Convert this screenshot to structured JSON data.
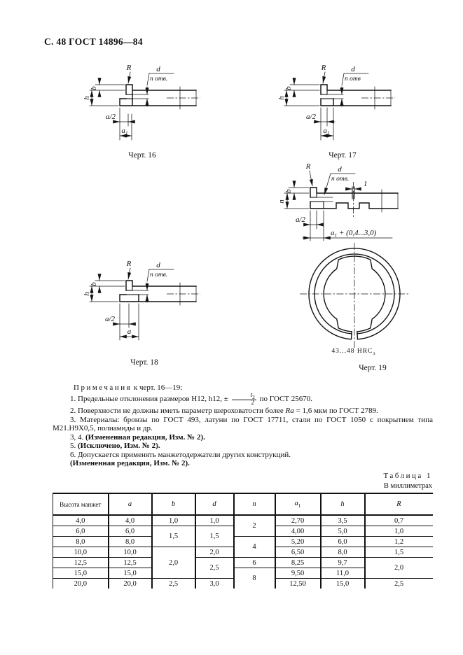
{
  "page": {
    "header": "С. 48 ГОСТ 14896—84"
  },
  "figures": {
    "fig16": {
      "caption": "Черт. 16",
      "R": "R",
      "d": "d",
      "n_holes": "n отв.",
      "b": "b",
      "h": "h",
      "a_half": "a/2",
      "a1_base": "a",
      "a1_sub": "1"
    },
    "fig17": {
      "caption": "Черт. 17",
      "R": "R",
      "d": "d",
      "n_holes": "n отв",
      "b": "b",
      "h": "h",
      "a_half": "a/2",
      "a1_base": "a",
      "a1_sub": "1"
    },
    "fig18": {
      "caption": "Черт. 18",
      "R": "R",
      "d": "d",
      "n_holes": "n отв.",
      "b": "b",
      "h": "h",
      "a_half": "a/2",
      "a": "a"
    },
    "fig19": {
      "caption": "Черт. 19",
      "R": "R",
      "d": "d",
      "n_holes": "n отв.",
      "b": "b",
      "h": "h",
      "a_half": "a/2",
      "slot": "1",
      "a1ext_base": "a",
      "a1ext_sub": "1",
      "a1ext_rest": " + (0,4...3,0)",
      "hardness_main": "43...48 HRC",
      "hardness_sub": "э"
    }
  },
  "notes": {
    "label": "Примечания",
    "label_rest": " к черт. 16—19:",
    "n1_pre": "1. Предельные отклонения размеров H12, h12, ± ",
    "n1_num_base": "t",
    "n1_num_sub": "2",
    "n1_den": "2",
    "n1_post": " по ГОСТ 25670.",
    "n2_pre": "2. Поверхности не должны иметь параметр шероховатости более ",
    "n2_it": "Ra",
    "n2_post": " = 1,6 мкм по ГОСТ 2789.",
    "n3": "3. Материалы: бронзы по ГОСТ 493, латуни по ГОСТ 17711, стали по ГОСТ 1050 с покрытием типа М21.Н9Х0,5, полиамиды и др.",
    "n34_pre": "3, 4. ",
    "n34_bold": "(Измененная редакция, Изм. № 2).",
    "n5_pre": "5. ",
    "n5_bold": "(Исключено, Изм. № 2).",
    "n6": "6. Допускается применять манжетодержатели других конструкций.",
    "n6_bold": "(Измененная редакция, Изм. № 2)."
  },
  "table": {
    "title": "Таблица 1",
    "units": "В миллиметрах",
    "col_height": "Высота манжет",
    "col_a": "a",
    "col_b": "b",
    "col_d": "d",
    "col_n": "n",
    "col_a1_base": "a",
    "col_a1_sub": "1",
    "col_h": "h",
    "col_R": "R",
    "rows": [
      {
        "height": "4,0",
        "a": "4,0",
        "b": "1,0",
        "d": "1,0",
        "n": "2",
        "a1": "2,70",
        "h": "3,5",
        "R": "0,7"
      },
      {
        "height": "6,0",
        "a": "6,0",
        "b": "1,5",
        "d": "1,5",
        "a1": "4,00",
        "h": "5,0",
        "R": "1,0"
      },
      {
        "height": "8,0",
        "a": "8,0",
        "n": "4",
        "a1": "5,20",
        "h": "6,0",
        "R": "1,2"
      },
      {
        "height": "10,0",
        "a": "10,0",
        "b": "2,0",
        "d": "2,0",
        "a1": "6,50",
        "h": "8,0",
        "R": "1,5"
      },
      {
        "height": "12,5",
        "a": "12,5",
        "d": "2,5",
        "n": "6",
        "a1": "8,25",
        "h": "9,7",
        "R": "2,0"
      },
      {
        "height": "15,0",
        "a": "15,0",
        "n": "8",
        "a1": "9,50",
        "h": "11,0"
      },
      {
        "height": "20,0",
        "a": "20,0",
        "b": "2,5",
        "d": "3,0",
        "a1": "12,50",
        "h": "15,0",
        "R": "2,5"
      }
    ]
  }
}
